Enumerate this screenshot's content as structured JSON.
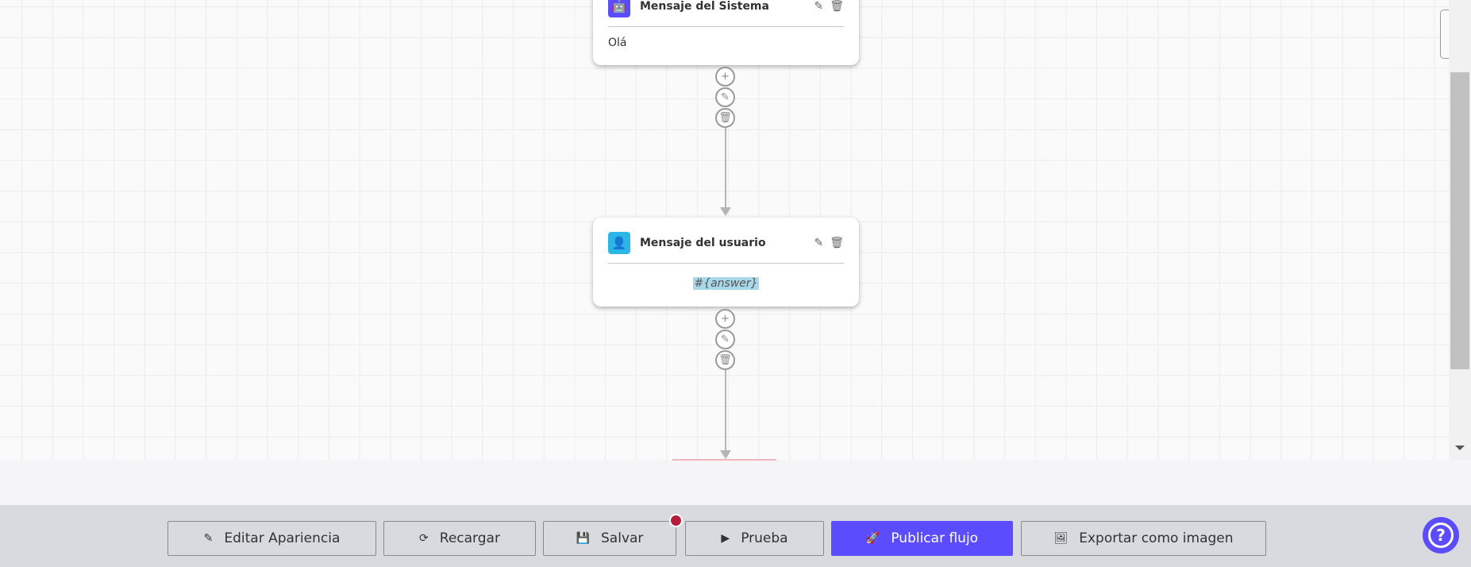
{
  "nodes": [
    {
      "title": "Mensaje del Sistema",
      "content": "Olá",
      "icon": "robot-icon",
      "color": "#5b4dfe"
    },
    {
      "title": "Mensaje del usuario",
      "content": "#{answer}",
      "icon": "user-icon",
      "color": "#2bb6e6"
    }
  ],
  "toolbar": {
    "edit": "Editar Apariencia",
    "reload": "Recargar",
    "save": "Salvar",
    "test": "Prueba",
    "publish": "Publicar flujo",
    "export": "Exportar como imagen"
  },
  "colors": {
    "accent": "#5b4dfe",
    "badge": "#b51e3a"
  }
}
